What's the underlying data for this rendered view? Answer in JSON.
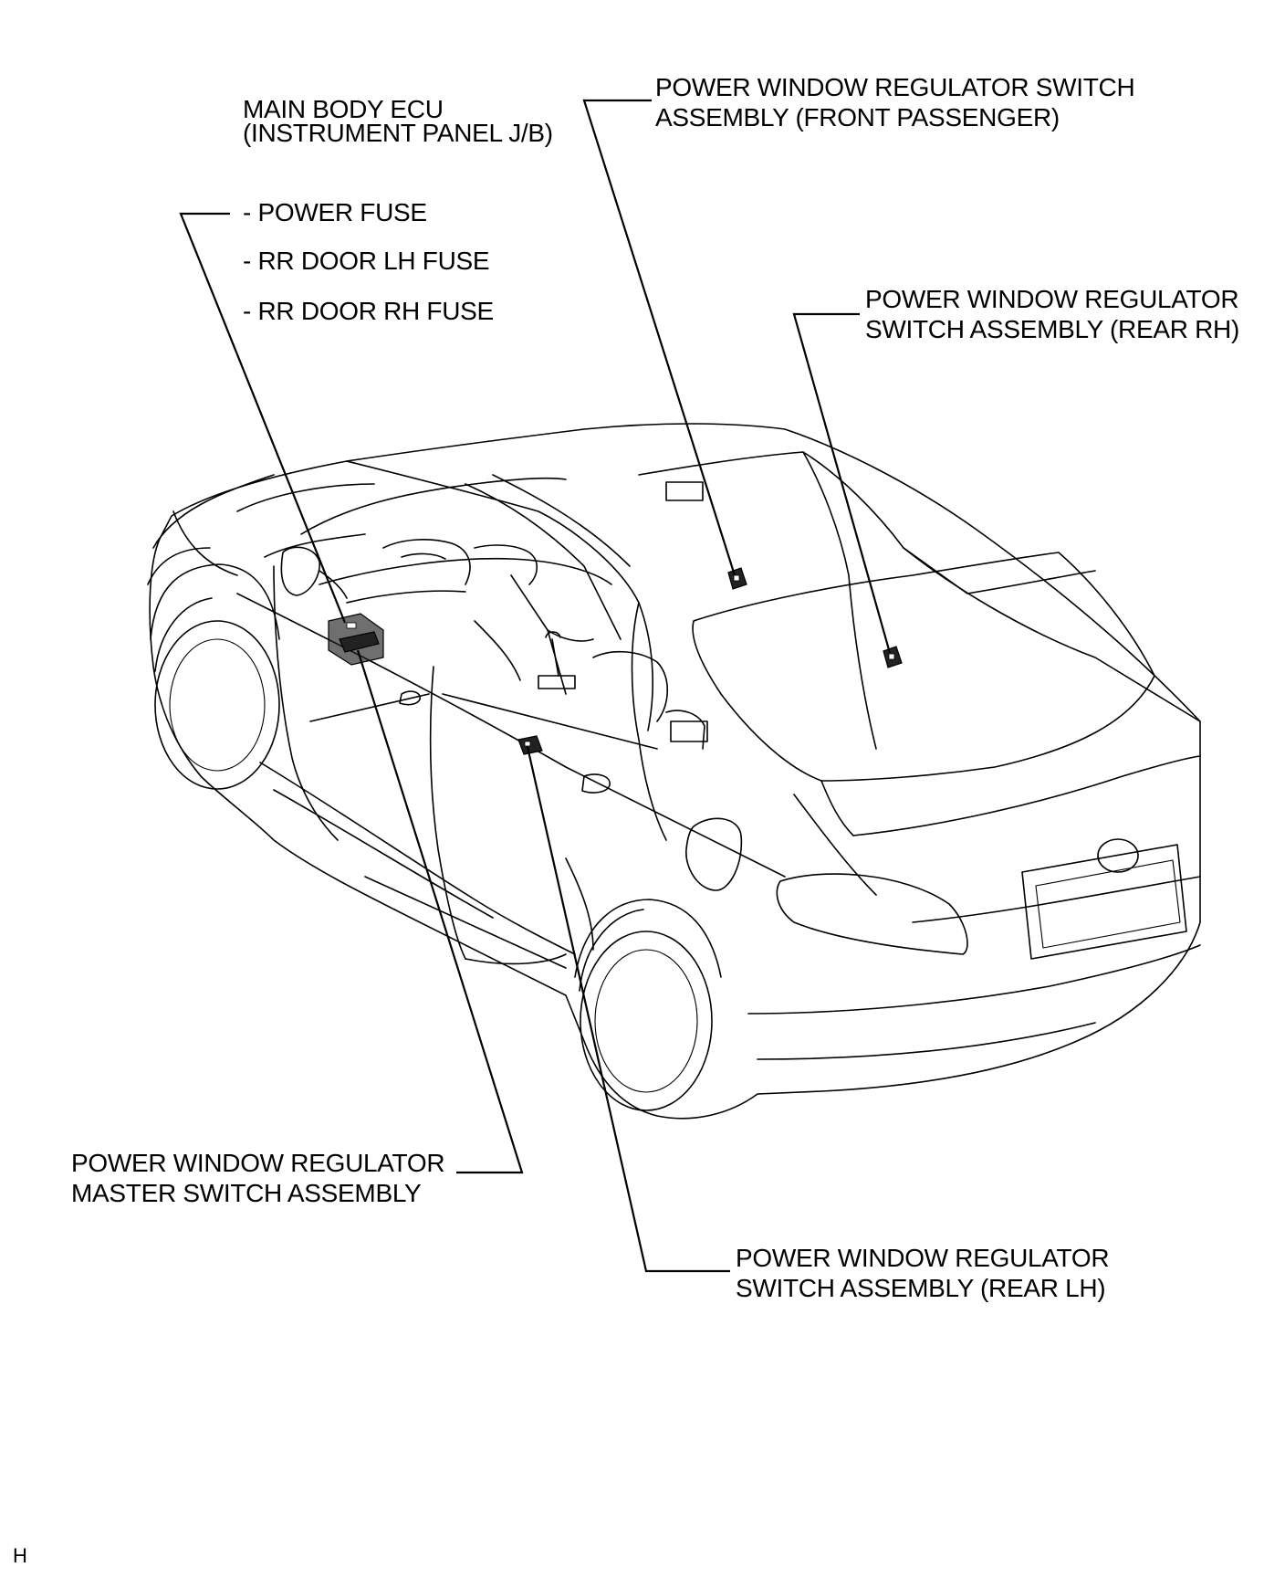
{
  "labels": {
    "main_body_ecu": [
      "MAIN BODY ECU",
      "(INSTRUMENT PANEL J/B)"
    ],
    "fuses": [
      "- POWER FUSE",
      "- RR DOOR LH FUSE",
      "- RR DOOR RH FUSE"
    ],
    "front_passenger_switch": [
      "POWER WINDOW REGULATOR SWITCH",
      "ASSEMBLY (FRONT PASSENGER)"
    ],
    "rear_rh_switch": [
      "POWER WINDOW REGULATOR",
      "SWITCH ASSEMBLY (REAR RH)"
    ],
    "master_switch": [
      "POWER WINDOW REGULATOR",
      "MASTER SWITCH ASSEMBLY"
    ],
    "rear_lh_switch": [
      "POWER WINDOW REGULATOR",
      "SWITCH ASSEMBLY (REAR LH)"
    ],
    "corner_code": "H"
  },
  "colors": {
    "ink": "#000000",
    "background": "#ffffff"
  }
}
